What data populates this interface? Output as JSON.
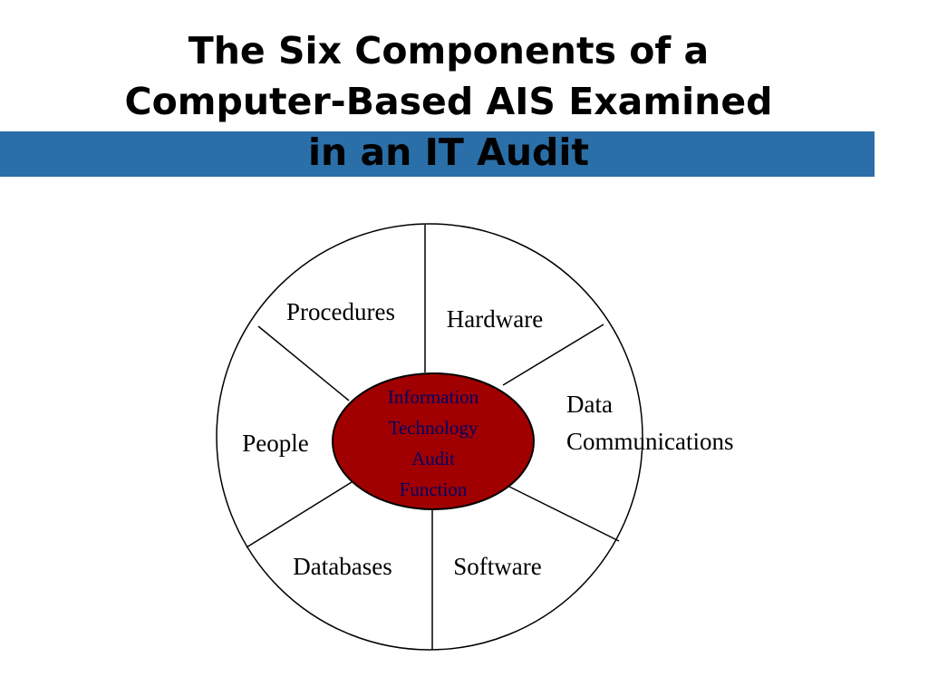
{
  "slide": {
    "title_lines": [
      "The Six Components of a",
      "Computer-Based AIS Examined",
      "in an IT Audit"
    ],
    "accent_color": "#2a6fa8"
  },
  "diagram": {
    "center": {
      "lines": [
        "Information",
        "Technology",
        "Audit",
        "Function"
      ],
      "fill_color": "#a00000"
    },
    "segments": {
      "procedures": "Procedures",
      "hardware": "Hardware",
      "data_comm_line1": "Data",
      "data_comm_line2": "Communications",
      "people": "People",
      "databases": "Databases",
      "software": "Software"
    }
  }
}
